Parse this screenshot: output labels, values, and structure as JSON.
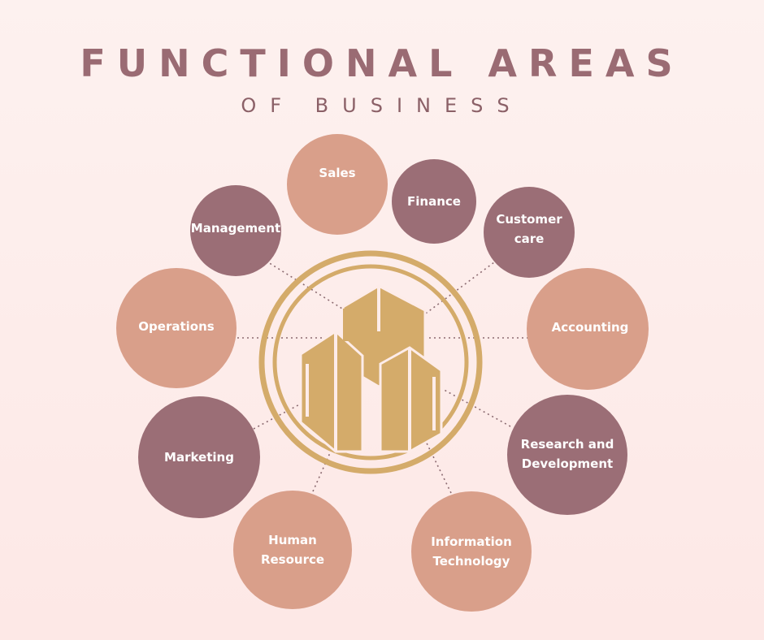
{
  "title": "FUNCTIONAL AREAS",
  "subtitle": "OF BUSINESS",
  "colors": {
    "background": "#fdece9",
    "title": "#9a6b73",
    "dark_node": "#9b6e76",
    "light_node": "#d99f8a",
    "hub_gold": "#d4ab6a",
    "connector": "#8b6a70"
  },
  "hub_icon": "buildings-icon",
  "areas": [
    {
      "label": "Sales"
    },
    {
      "label": "Finance"
    },
    {
      "label": "Customer\ncare"
    },
    {
      "label": "Management"
    },
    {
      "label": "Operations"
    },
    {
      "label": "Accounting"
    },
    {
      "label": "Marketing"
    },
    {
      "label": "Research and\nDevelopment"
    },
    {
      "label": "Human\nResource"
    },
    {
      "label": "Information\nTechnology"
    }
  ]
}
